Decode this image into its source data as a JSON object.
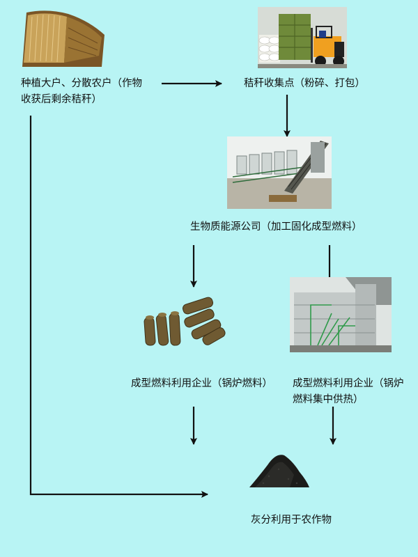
{
  "diagram": {
    "background": "#b8f4f4",
    "nodes": {
      "farmers": {
        "label": "种植大户、分散农户（作物收获后剩余秸秆）",
        "image": "straw-bale-photo"
      },
      "collection_point": {
        "label": "秸秆收集点（粉碎、打包）",
        "image": "forklift-straw-bales-photo"
      },
      "biomass_company": {
        "label": "生物质能源公司（加工固化成型燃料）",
        "image": "briquetting-production-line-photo"
      },
      "boiler_fuel_user": {
        "label": "成型燃料利用企业（锅炉燃料）",
        "image": "fuel-pellets-photo"
      },
      "central_heating_user": {
        "label": "成型燃料利用企业（锅炉燃料集中供热）",
        "image": "boiler-plant-photo"
      },
      "ash_use": {
        "label": "灰分利用于农作物",
        "image": "ash-pile-photo"
      }
    },
    "edges": [
      {
        "from": "farmers",
        "to": "collection_point"
      },
      {
        "from": "collection_point",
        "to": "biomass_company"
      },
      {
        "from": "biomass_company",
        "to": "boiler_fuel_user"
      },
      {
        "from": "biomass_company",
        "to": "central_heating_user"
      },
      {
        "from": "boiler_fuel_user",
        "to": "ash_use"
      },
      {
        "from": "central_heating_user",
        "to": "ash_use"
      },
      {
        "from": "farmers",
        "to": "ash_use"
      }
    ]
  }
}
